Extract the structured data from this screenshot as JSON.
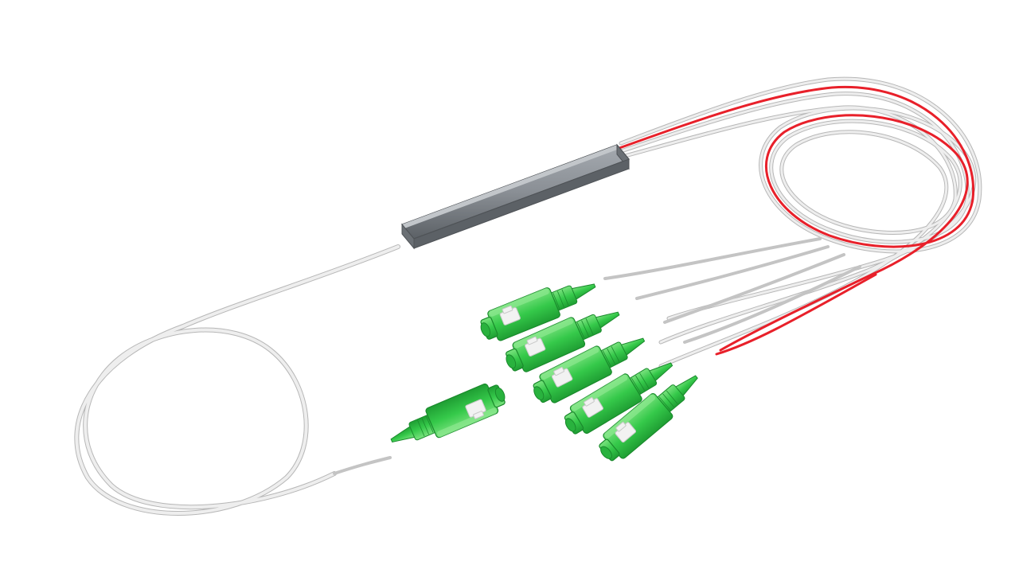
{
  "scene": {
    "subject": "fiber-optic-plc-splitter",
    "background_color": "#ffffff",
    "colors": {
      "connector_green": "#35c94a",
      "connector_green_dark": "#1f9e33",
      "connector_green_light": "#7be27f",
      "latch_white": "#f2f2f2",
      "splitter_body": "#8a8f95",
      "splitter_body_dark": "#5c6166",
      "fiber_white": "#e9e9e9",
      "fiber_outline": "#b7b7b7",
      "fiber_red": "#e8202a"
    },
    "counts": {
      "input_connectors": 1,
      "output_connectors": 5,
      "red_fibers": 1
    }
  }
}
